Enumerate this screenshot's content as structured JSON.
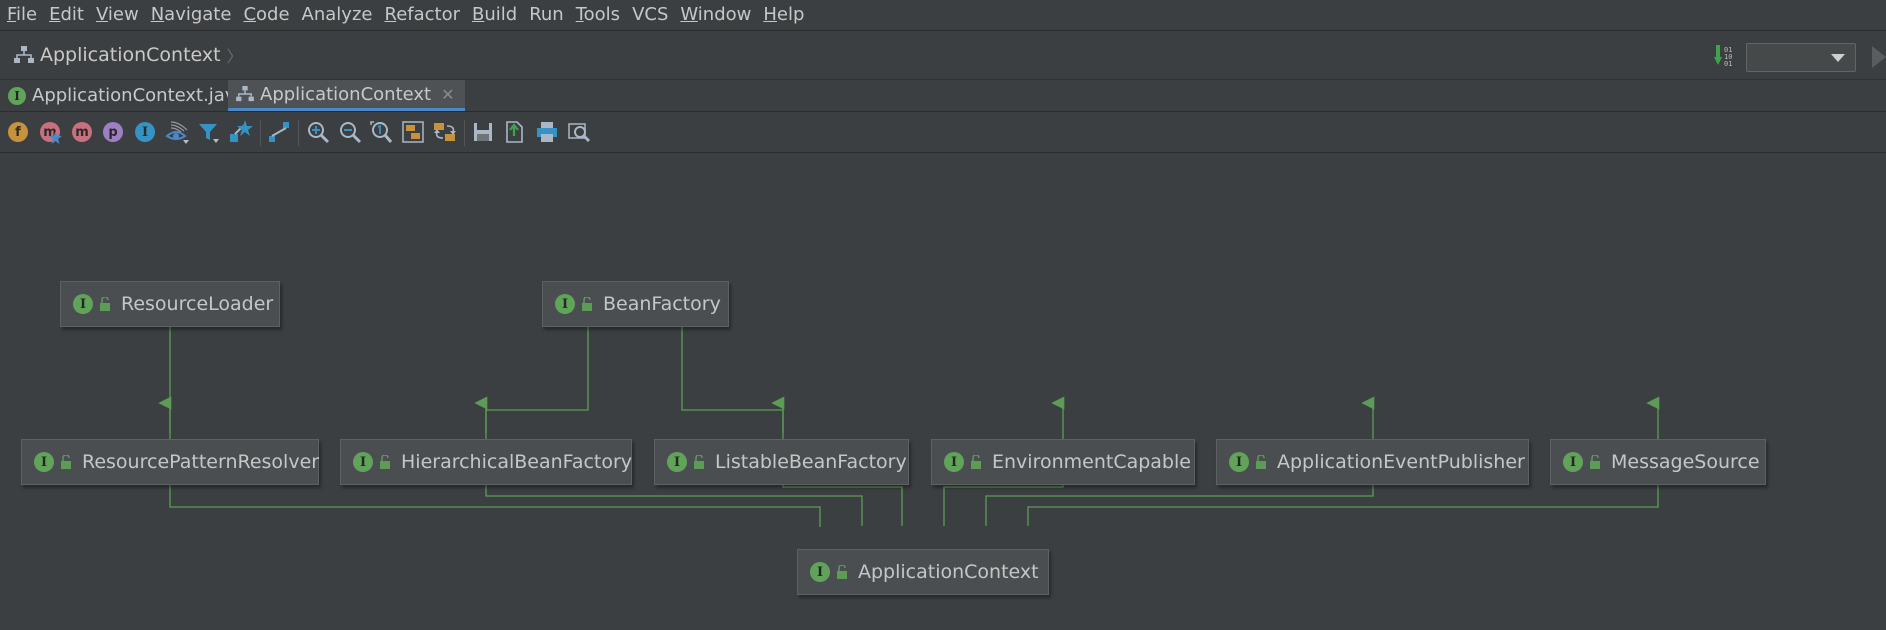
{
  "menu": {
    "items": [
      {
        "mnemonic": "F",
        "rest": "ile"
      },
      {
        "mnemonic": "E",
        "rest": "dit"
      },
      {
        "mnemonic": "V",
        "rest": "iew"
      },
      {
        "mnemonic": "N",
        "rest": "avigate"
      },
      {
        "mnemonic": "C",
        "rest": "ode"
      },
      {
        "mnemonic": "",
        "rest": "Analyze"
      },
      {
        "mnemonic": "R",
        "rest": "efactor"
      },
      {
        "mnemonic": "B",
        "rest": "uild"
      },
      {
        "mnemonic": "",
        "rest": "Run"
      },
      {
        "mnemonic": "T",
        "rest": "ools"
      },
      {
        "mnemonic": "",
        "rest": "VCS"
      },
      {
        "mnemonic": "W",
        "rest": "indow"
      },
      {
        "mnemonic": "H",
        "rest": "elp"
      }
    ]
  },
  "navbar": {
    "breadcrumb": "ApplicationContext",
    "combo_value": ""
  },
  "tabs": [
    {
      "label": "ApplicationContext.java",
      "icon": "interface-icon",
      "active": false
    },
    {
      "label": "ApplicationContext",
      "icon": "diagram-icon",
      "active": true
    }
  ],
  "toolbar": {
    "icons": [
      "fields-icon",
      "constructors-icon",
      "methods-icon",
      "properties-icon",
      "inner-classes-icon",
      "visibility-icon",
      "filter-icon",
      "dependencies-icon",
      "edge-mode-icon",
      "zoom-in-icon",
      "zoom-out-icon",
      "actual-size-icon",
      "fit-content-icon",
      "apply-layout-icon",
      "save-icon",
      "export-icon",
      "print-icon",
      "print-preview-icon"
    ],
    "letters": {
      "f": "f",
      "m": "m",
      "p": "p",
      "i": "I"
    }
  },
  "diagram": {
    "nodes": [
      {
        "id": "ResourceLoader",
        "label": "ResourceLoader"
      },
      {
        "id": "BeanFactory",
        "label": "BeanFactory"
      },
      {
        "id": "ResourcePatternResolver",
        "label": "ResourcePatternResolver"
      },
      {
        "id": "HierarchicalBeanFactory",
        "label": "HierarchicalBeanFactory"
      },
      {
        "id": "ListableBeanFactory",
        "label": "ListableBeanFactory"
      },
      {
        "id": "EnvironmentCapable",
        "label": "EnvironmentCapable"
      },
      {
        "id": "ApplicationEventPublisher",
        "label": "ApplicationEventPublisher"
      },
      {
        "id": "MessageSource",
        "label": "MessageSource"
      },
      {
        "id": "ApplicationContext",
        "label": "ApplicationContext"
      }
    ],
    "icon_letter": "I",
    "edge_color": "#5c9c57"
  }
}
